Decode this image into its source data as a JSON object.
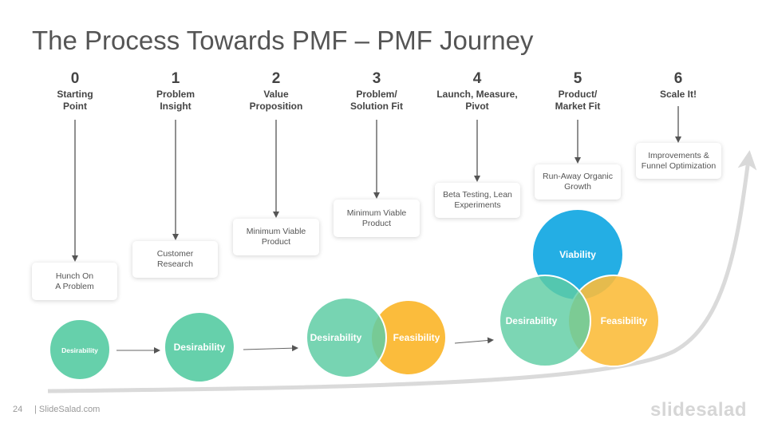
{
  "title": "The Process Towards PMF – PMF Journey",
  "steps": [
    {
      "num": "0",
      "label": "Starting Point",
      "box": "Hunch On A Problem"
    },
    {
      "num": "1",
      "label": "Problem Insight",
      "box": "Customer Research"
    },
    {
      "num": "2",
      "label": "Value Proposition",
      "box": "Minimum Viable Product"
    },
    {
      "num": "3",
      "label": "Problem/ Solution Fit",
      "box": "Minimum Viable Product"
    },
    {
      "num": "4",
      "label": "Launch, Measure, Pivot",
      "box": "Beta Testing, Lean Experiments"
    },
    {
      "num": "5",
      "label": "Product/ Market Fit",
      "box": "Run-Away Organic Growth"
    },
    {
      "num": "6",
      "label": "Scale It!",
      "box": "Improvements & Funnel Optimization"
    }
  ],
  "circles": {
    "desirability": "Desirability",
    "feasibility": "Feasibility",
    "viability": "Viability"
  },
  "colors": {
    "desirability": "#5fcda4",
    "feasibility": "#fbbc3c",
    "viability": "#24aee4",
    "arrow": "#555555",
    "curve": "#d9d9d9"
  },
  "footer": {
    "page_number": "24",
    "site": "| SlideSalad.com",
    "brand": "slidesalad"
  }
}
